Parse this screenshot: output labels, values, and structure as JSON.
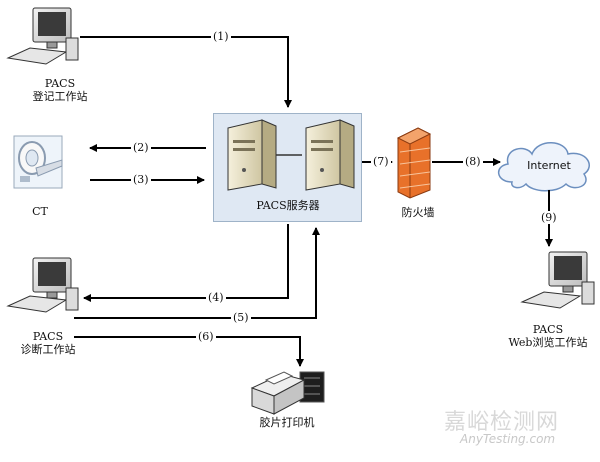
{
  "nodes": {
    "pacs_registration": {
      "line1": "PACS",
      "line2": "登记工作站"
    },
    "ct": {
      "label": "CT"
    },
    "pacs_server": {
      "label": "PACS服务器"
    },
    "firewall": {
      "label": "防火墙"
    },
    "internet": {
      "label": "Internet"
    },
    "pacs_diagnosis": {
      "line1": "PACS",
      "line2": "诊断工作站"
    },
    "pacs_web": {
      "line1": "PACS",
      "line2": "Web浏览工作站"
    },
    "film_printer": {
      "label": "胶片打印机"
    }
  },
  "connections": [
    "(1)",
    "(2)",
    "(3)",
    "(4)",
    "(5)",
    "(6)",
    "(7)",
    "(8)",
    "(9)"
  ],
  "watermark": {
    "cn": "嘉峪检测网",
    "en": "AnyTesting.com"
  },
  "colors": {
    "server_box": "#dfe8f3",
    "firewall": "#e8712a",
    "line": "#000000"
  }
}
